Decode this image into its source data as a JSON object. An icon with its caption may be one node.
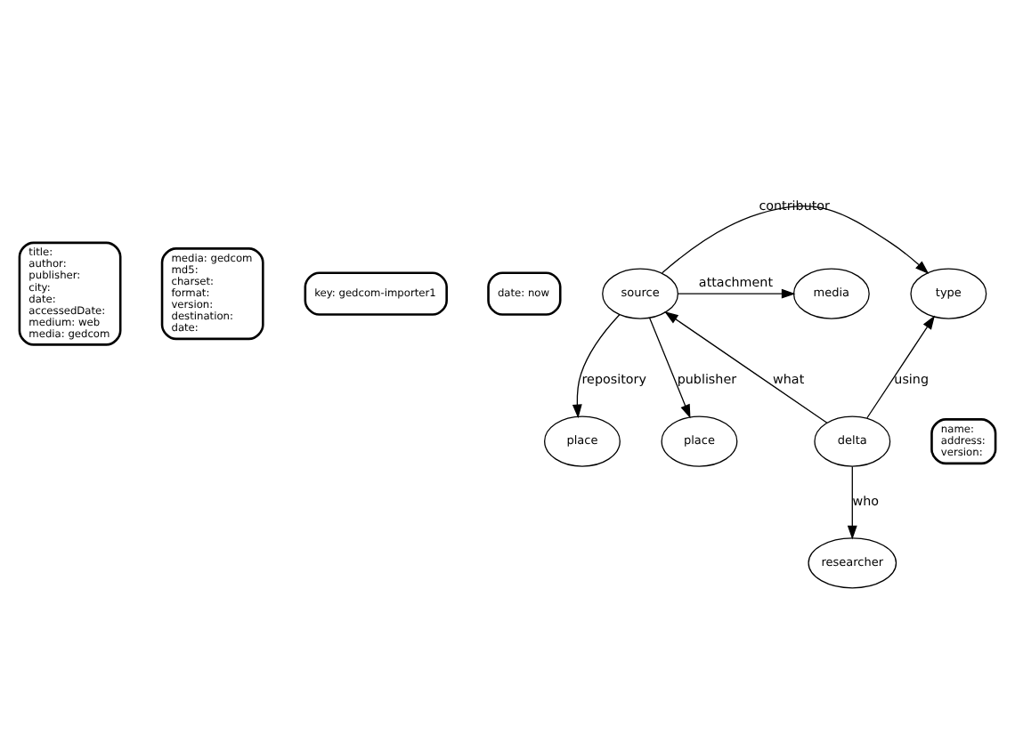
{
  "diagram": {
    "nodes": [
      {
        "text": [
          "title: author: publisher: city: date: accessedDate: medium: web media: gedcom"
        ]
      },
      {
        "text": [
          "media: gedcom md5: charset: format: version: destination: date:"
        ]
      },
      {
        "text": [
          "key: gedcom-importer1"
        ]
      },
      {
        "text": [
          "date: now"
        ]
      },
      {
        "text": [
          "source"
        ]
      },
      {
        "text": [
          "type"
        ]
      },
      {
        "text": [
          "media"
        ]
      },
      {
        "text": [
          "delta"
        ]
      },
      {
        "text": [
          "place"
        ]
      },
      {
        "text": [
          "place"
        ]
      },
      {
        "text": [
          "name: address: version:"
        ]
      },
      {
        "text": [
          "researcher"
        ]
      }
    ],
    "edges": [
      {
        "from": 4,
        "to": 5,
        "arrow": "to",
        "label": "contributor"
      },
      {
        "from": 4,
        "to": 6,
        "arrow": "to",
        "label": "attachment"
      },
      {
        "from": 7,
        "to": 5,
        "arrow": "to",
        "label": "using"
      },
      {
        "from": 7,
        "to": 4,
        "arrow": "to",
        "label": "what"
      },
      {
        "from": 4,
        "to": 8,
        "arrow": "to",
        "label": "repository"
      },
      {
        "from": 4,
        "to": 9,
        "arrow": "to",
        "label": "publisher"
      },
      {
        "from": 7,
        "to": 11,
        "arrow": "to",
        "label": "who"
      }
    ]
  }
}
